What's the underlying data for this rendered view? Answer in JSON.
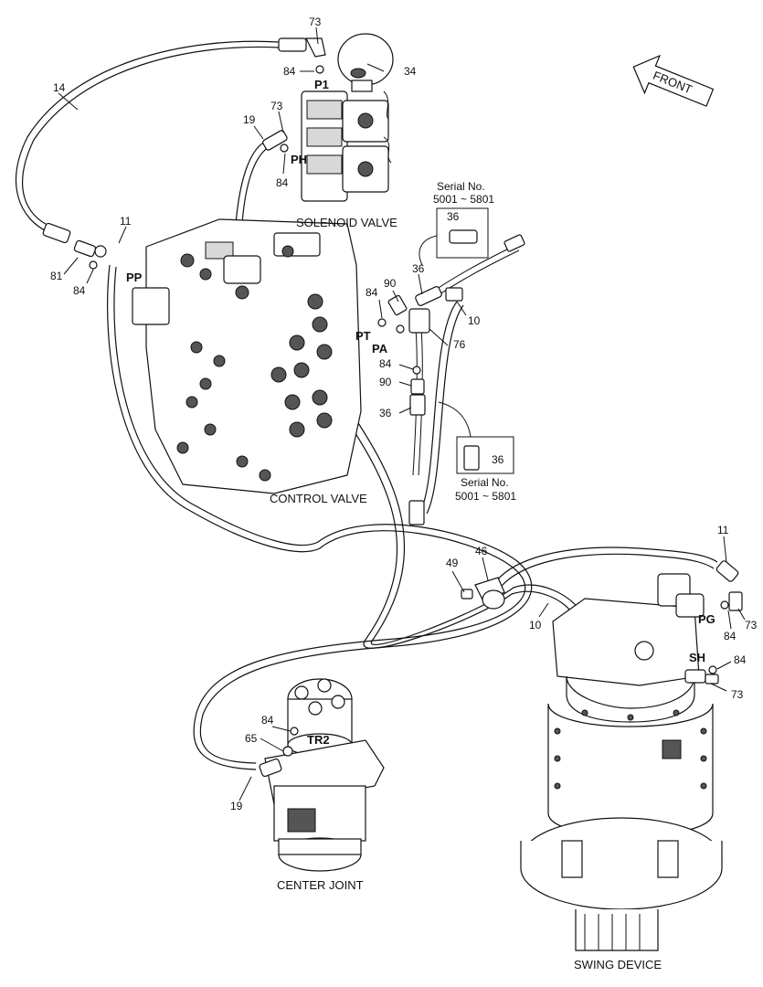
{
  "components": {
    "solenoid_valve": "SOLENOID VALVE",
    "control_valve": "CONTROL VALVE",
    "center_joint": "CENTER JOINT",
    "swing_device": "SWING DEVICE",
    "front_arrow": "FRONT"
  },
  "ports": {
    "p1": "P1",
    "ph": "PH",
    "pp": "PP",
    "pt": "PT",
    "pa": "PA",
    "pg": "PG",
    "sh": "SH",
    "tr2": "TR2"
  },
  "serial_boxes": [
    {
      "title": "Serial No.",
      "range": "5001 ~ 5801",
      "part": "36"
    },
    {
      "title": "Serial No.",
      "range": "5001 ~ 5801",
      "part": "36"
    }
  ],
  "callouts": {
    "c73_top": "73",
    "c84_top": "84",
    "c34": "34",
    "c14": "14",
    "c19_top": "19",
    "c73_mid": "73",
    "c84_mid": "84",
    "c11_left": "11",
    "c81": "81",
    "c84_left": "84",
    "c36_a": "36",
    "c84_pa": "84",
    "c90_a": "90",
    "c10_a": "10",
    "c76": "76",
    "c84_b": "84",
    "c90_b": "90",
    "c36_b": "36",
    "c11_right": "11",
    "c46": "46",
    "c49": "49",
    "c10_b": "10",
    "c84_pg": "84",
    "c73_pg": "73",
    "c84_sh": "84",
    "c73_sh": "73",
    "c84_cj": "84",
    "c65": "65",
    "c19_bottom": "19"
  }
}
